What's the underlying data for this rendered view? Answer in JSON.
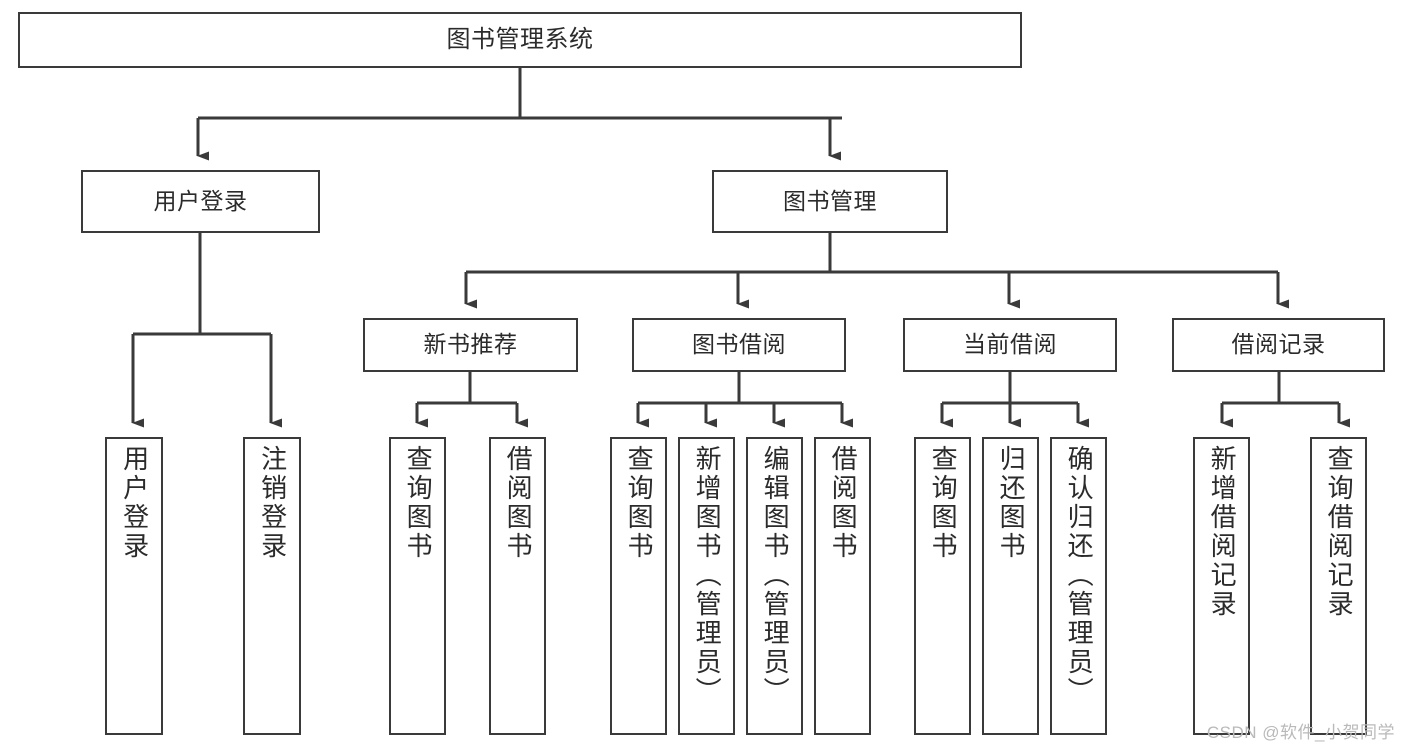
{
  "diagram": {
    "title": "图书管理系统",
    "watermark": "CSDN @软件_小贺同学",
    "line_color": "#3a3a3a",
    "box_fill": "#ffffff",
    "text_color": "#2b2b2b",
    "watermark_color": "#b9b9b9",
    "levels": {
      "root": {
        "label": "图书管理系统"
      },
      "level2": [
        {
          "label": "用户登录"
        },
        {
          "label": "图书管理"
        }
      ],
      "level3": [
        {
          "label": "新书推荐"
        },
        {
          "label": "图书借阅"
        },
        {
          "label": "当前借阅"
        },
        {
          "label": "借阅记录"
        }
      ],
      "leaves": {
        "user_login": [
          {
            "label": "用户登录"
          },
          {
            "label": "注销登录"
          }
        ],
        "new_book_recommend": [
          {
            "label": "查询图书"
          },
          {
            "label": "借阅图书"
          }
        ],
        "book_borrow": [
          {
            "label": "查询图书"
          },
          {
            "label": "新增图书（管理员）"
          },
          {
            "label": "编辑图书（管理员）"
          },
          {
            "label": "借阅图书"
          }
        ],
        "current_borrow": [
          {
            "label": "查询图书"
          },
          {
            "label": "归还图书"
          },
          {
            "label": "确认归还（管理员）"
          }
        ],
        "borrow_record": [
          {
            "label": "新增借阅记录"
          },
          {
            "label": "查询借阅记录"
          }
        ]
      }
    }
  }
}
